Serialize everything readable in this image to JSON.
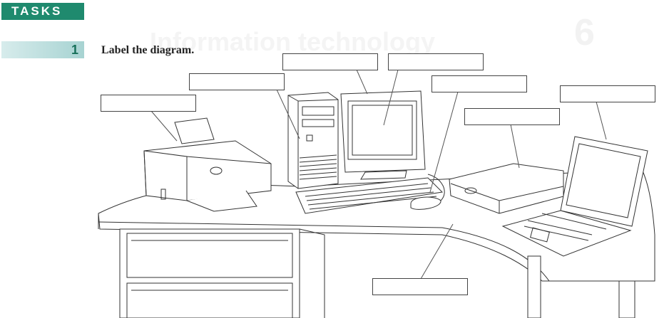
{
  "header": {
    "badge": "TASKS",
    "task_number": "1",
    "instruction": "Label the diagram."
  },
  "background": {
    "watermark_glyph": "6",
    "ghost_title": "Information technology"
  },
  "colors": {
    "badge_green": "#1f8a6e",
    "number_teal": "#17705a",
    "bar_light": "#d7ecec"
  },
  "label_boxes": [
    {
      "name": "label-box-printer",
      "target": "printer"
    },
    {
      "name": "label-box-system-unit",
      "target": "system unit"
    },
    {
      "name": "label-box-screen",
      "target": "monitor screen"
    },
    {
      "name": "label-box-monitor",
      "target": "monitor"
    },
    {
      "name": "label-box-mouse",
      "target": "mouse"
    },
    {
      "name": "label-box-scanner",
      "target": "scanner"
    },
    {
      "name": "label-box-laptop",
      "target": "laptop"
    },
    {
      "name": "label-box-desk",
      "target": "desk"
    }
  ]
}
